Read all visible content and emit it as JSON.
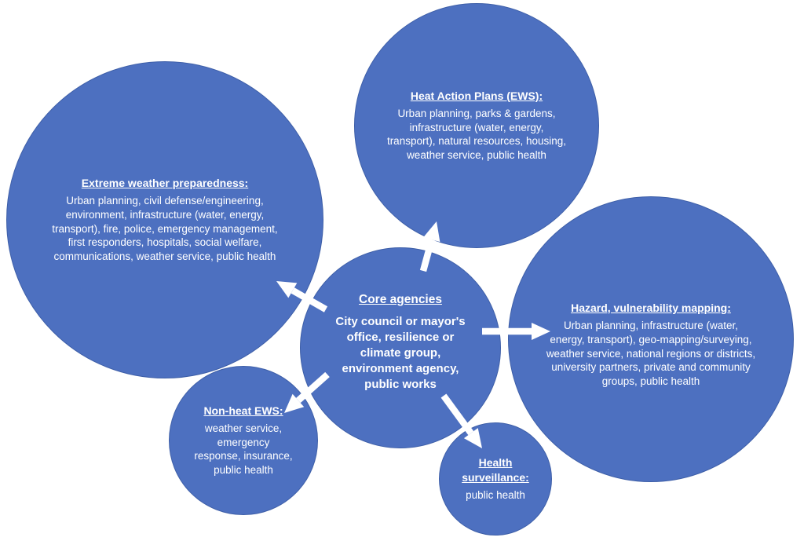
{
  "diagram": {
    "colors": {
      "background": "#ffffff",
      "bubble_fill": "#4d70c0",
      "bubble_edge": "#3e5fa8",
      "text": "#ffffff",
      "arrow": "#ffffff"
    },
    "core": {
      "title": "Core agencies",
      "body": "City council or mayor's office, resilience or climate group, environment agency, public works"
    },
    "bubbles": [
      {
        "id": "heat-action-plans",
        "title": "Heat Action Plans (EWS):",
        "body": "Urban planning, parks & gardens, infrastructure (water, energy, transport), natural resources, housing, weather service, public health"
      },
      {
        "id": "extreme-weather-preparedness",
        "title": "Extreme weather preparedness:",
        "body": "Urban planning, civil defense/engineering, environment, infrastructure (water, energy, transport), fire, police, emergency management, first responders, hospitals, social welfare, communications, weather service, public health"
      },
      {
        "id": "hazard-vulnerability-mapping",
        "title": "Hazard, vulnerability mapping:",
        "body": "Urban planning, infrastructure (water, energy, transport), geo-mapping/surveying, weather service, national regions or districts, university partners, private and community groups, public health"
      },
      {
        "id": "non-heat-ews",
        "title": "Non-heat EWS:",
        "body": "weather service, emergency response, insurance, public health"
      },
      {
        "id": "health-surveillance",
        "title": "Health surveillance:",
        "body": "public health"
      }
    ],
    "connections": [
      {
        "from": "core",
        "to": "extreme-weather-preparedness"
      },
      {
        "from": "core",
        "to": "heat-action-plans"
      },
      {
        "from": "core",
        "to": "hazard-vulnerability-mapping"
      },
      {
        "from": "core",
        "to": "non-heat-ews"
      },
      {
        "from": "core",
        "to": "health-surveillance"
      }
    ]
  }
}
